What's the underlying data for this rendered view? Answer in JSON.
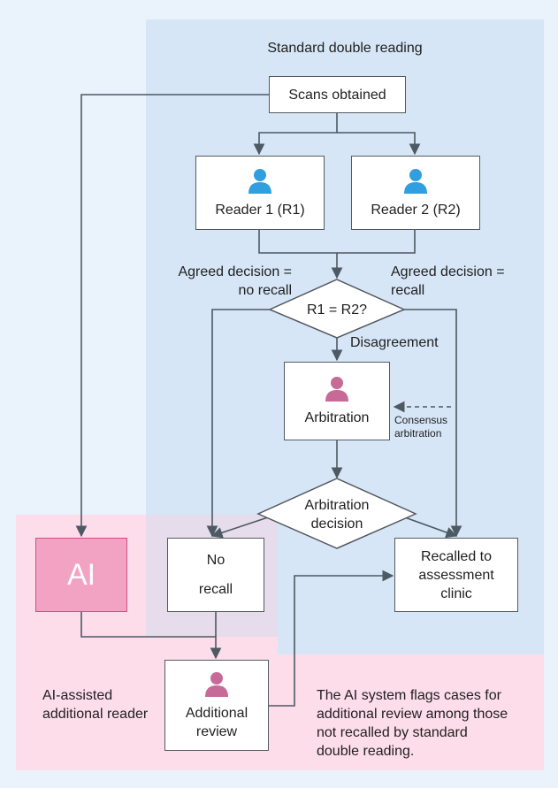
{
  "regions": {
    "standard_title": "Standard double reading"
  },
  "nodes": {
    "scans": "Scans obtained",
    "reader1": "Reader 1 (R1)",
    "reader2": "Reader 2 (R2)",
    "decision": "R1 = R2?",
    "arbitration": "Arbitration",
    "arbitration_decision_line1": "Arbitration",
    "arbitration_decision_line2": "decision",
    "no_recall_line1": "No",
    "no_recall_line2": "recall",
    "recalled_line1": "Recalled to",
    "recalled_line2": "assessment",
    "recalled_line3": "clinic",
    "ai": "AI",
    "additional_line1": "Additional",
    "additional_line2": "review"
  },
  "labels": {
    "agreed_no_recall_line1": "Agreed decision =",
    "agreed_no_recall_line2": "no recall",
    "agreed_recall_line1": "Agreed decision =",
    "agreed_recall_line2": "recall",
    "disagreement": "Disagreement",
    "consensus_line1": "Consensus",
    "consensus_line2": "arbitration",
    "ai_assisted_line1": "AI-assisted",
    "ai_assisted_line2": "additional reader",
    "note_line1": "The AI system flags cases for",
    "note_line2": "additional review among those",
    "note_line3": "not recalled by standard",
    "note_line4": "double reading."
  },
  "colors": {
    "background": "#eaf3fc",
    "standard_region": "#d6e6f7",
    "ai_region": "#fddde9",
    "overlap_region": "#e6dcec",
    "person_blue": "#2f9fe0",
    "person_pink": "#c86a98",
    "ai_box": "#f2a3c4",
    "arrow": "#4d5963"
  },
  "icons": {
    "reader1": "person-icon",
    "reader2": "person-icon",
    "arbitration": "person-icon",
    "additional": "person-icon"
  }
}
